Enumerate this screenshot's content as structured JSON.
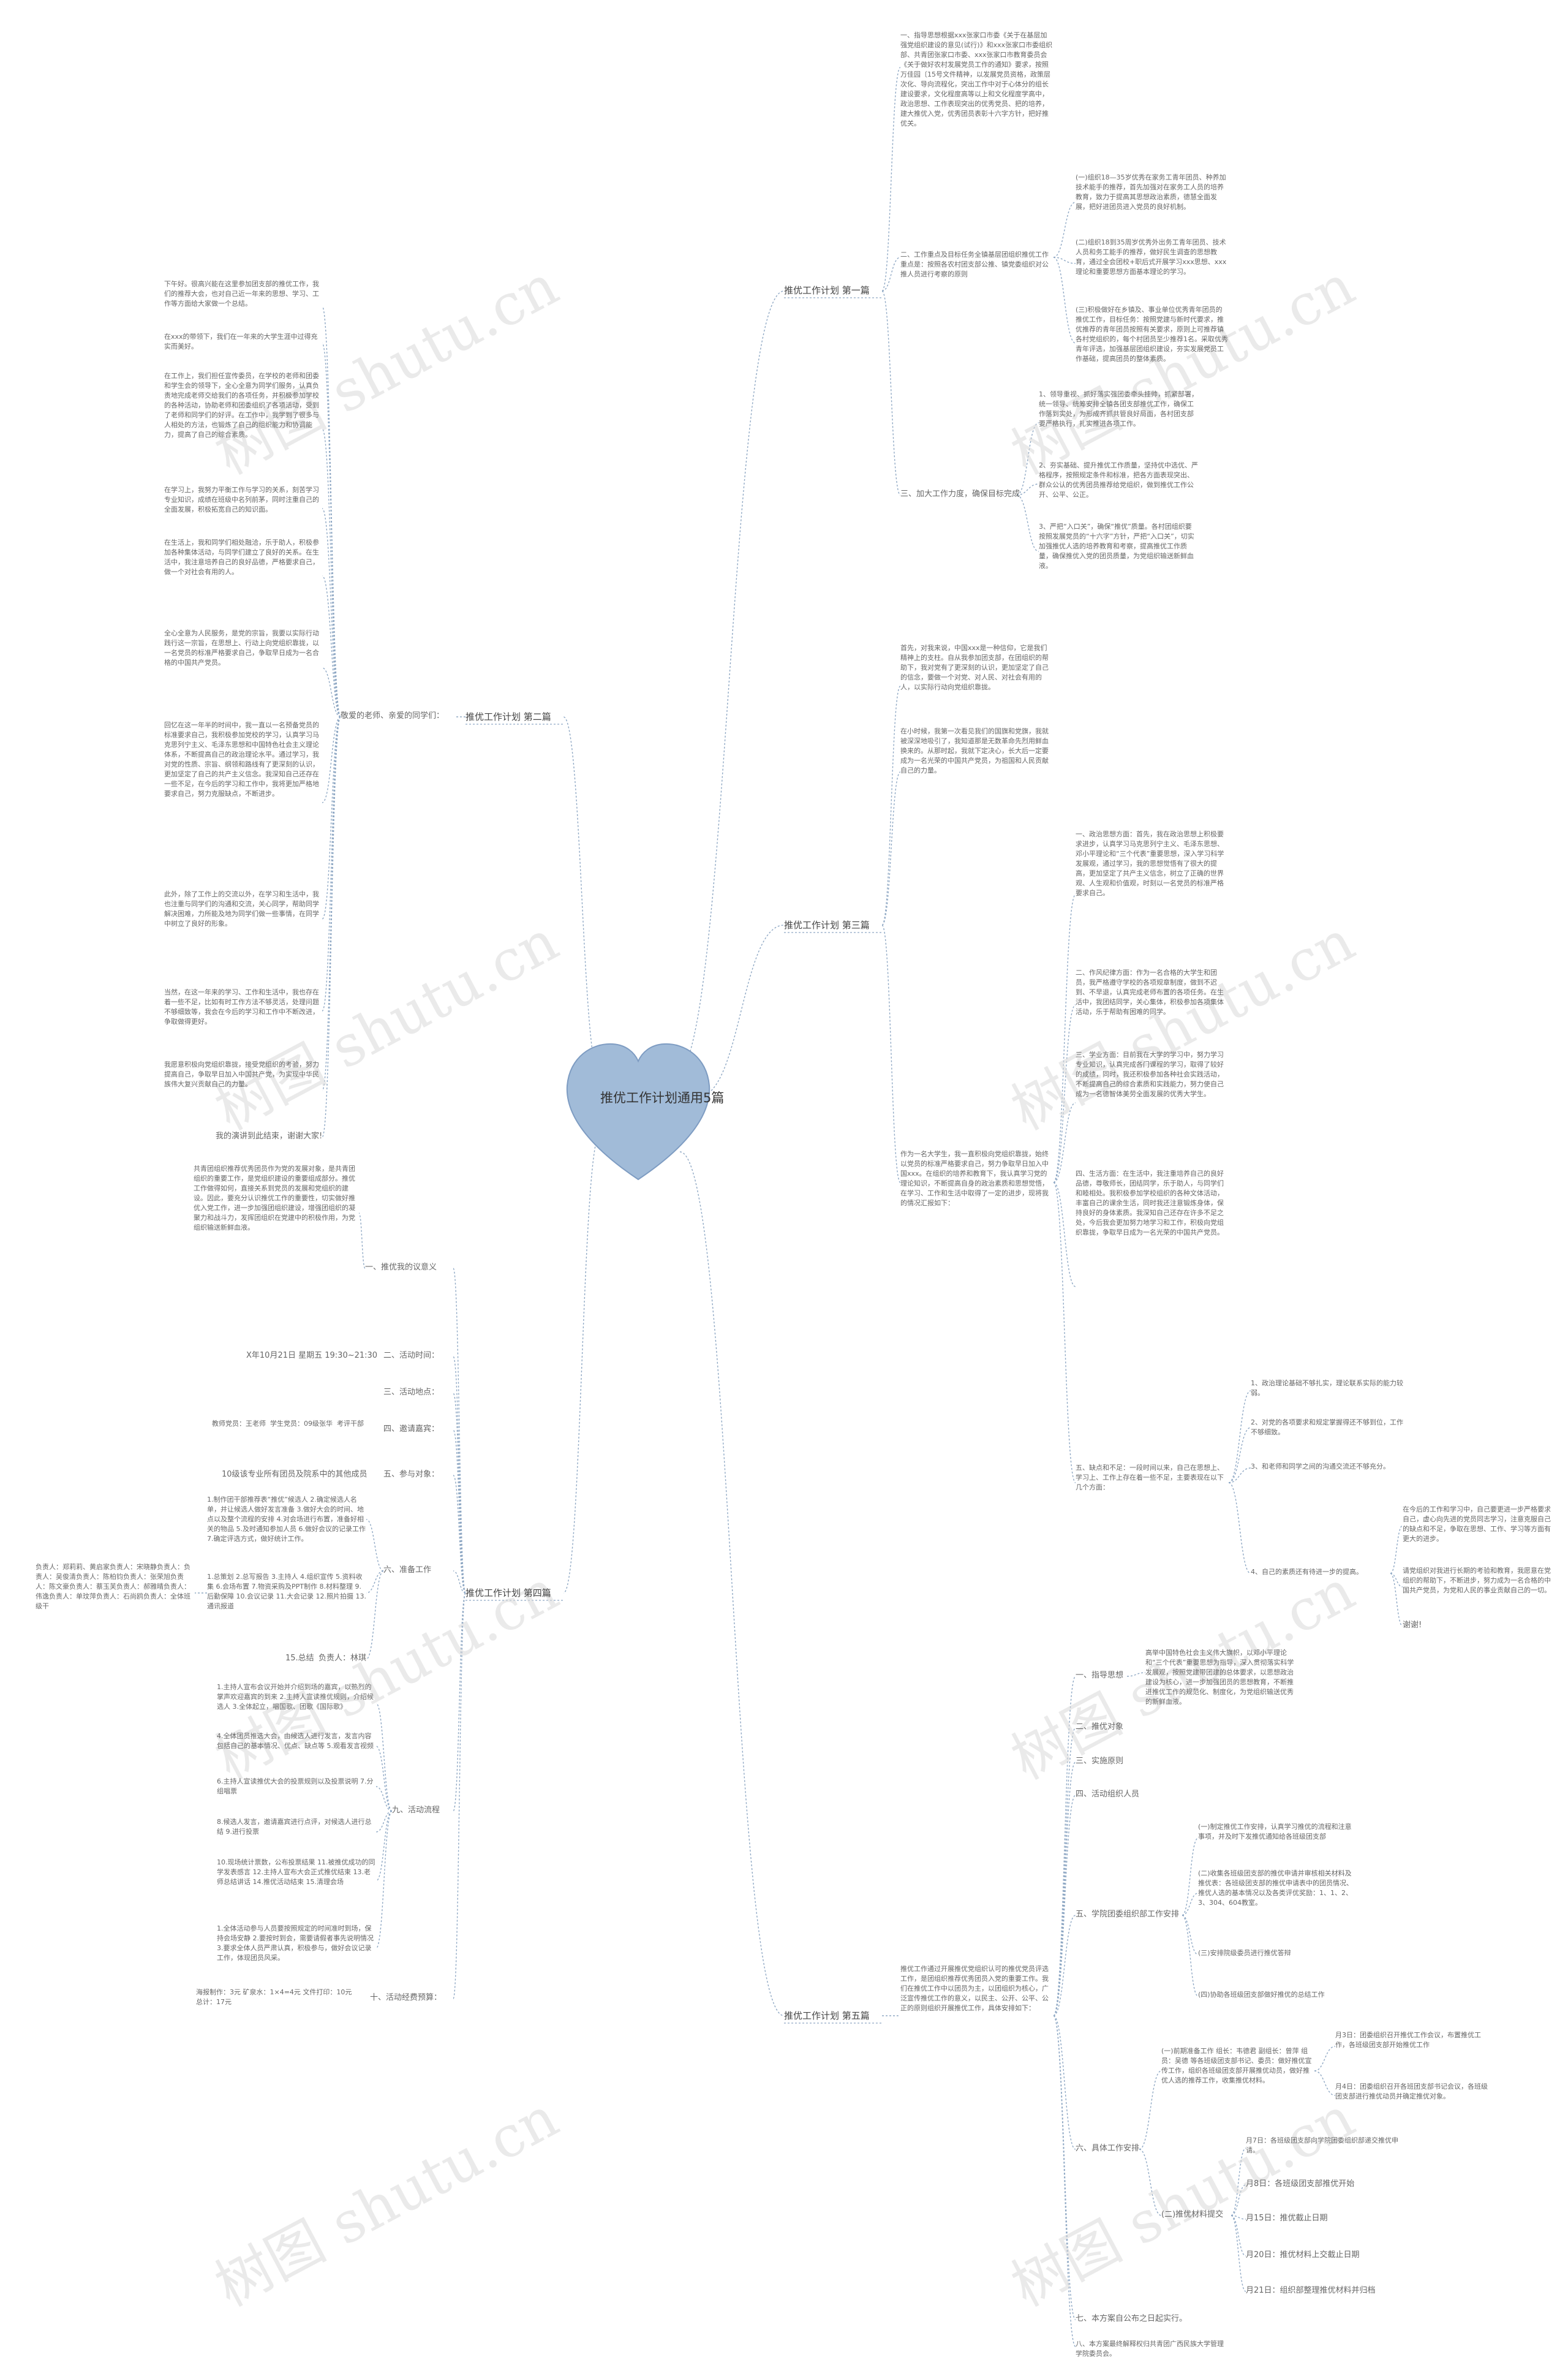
{
  "center": "推优工作计划通用5篇",
  "watermark": "树图 shutu.cn",
  "branches": {
    "b1": "推优工作计划 第一篇",
    "b2": "推优工作计划 第二篇",
    "b3": "推优工作计划 第三篇",
    "b4": "推优工作计划 第四篇",
    "b5": "推优工作计划 第五篇"
  },
  "b1": {
    "p1": "一、指导思想根据xxx张家口市委《关于在基层加强党组织建设的意见(试行)》和xxx张家口市委组织部、共青团张家口市委、xxx张家口市教育委员会《关于做好农村发展党员工作的通知》要求，按照万佳园〔15号文件精神，以发展党员资格，政策层次化、导向流程化，突出工作中对于心体分的组长建设要求，文化程度高等以上和文化程度学高中，政治思想、工作表现突出的优秀党员、把的培养，建大推优入党，优秀团员表彰十六字方针，把好推优关。",
    "p2": "二、工作重点及目标任务全镇基层团组织推优工作重点是：按照各农村团支部公推、镇党委组织对公推人员进行考察的原则",
    "p2a": "(一)组织18—35岁优秀在家务工青年团员、种养加技术能手的推荐，首先加强对在家务工人员的培养教育，致力于提高其思想政治素质，德慧全面发展，把好进团员进入党员的良好机制。",
    "p2b": "(二)组织18到35周岁优秀外出务工青年团员、技术人员和务工能手的推荐，做好民生调查的思想教育，通过全会团校+职后式开展学习xxx思想、xxx理论和重要思想方面基本理论的学习。",
    "p2c": "(三)积极做好在乡镇及、事业单位优秀青年团员的推优工作，目标任务：按照党建与新时代要求，推优推荐的青年团员按照有关要求，原则上可推荐镇各村党组织的，每个村团员至少推荐1名。采取优秀青年评选，加强基层团组织建设，夯实发展党员工作基础，提高团员的整体素质。",
    "p3": "三、加大工作力度，确保目标完成",
    "p3a": "1、领导重视、抓好落实强团委牵头挂帅，抓紧部署，统一领导、统筹安排全镇各团支部推优工作，确保工作落到实处，为形成齐抓共管良好局面，各村团支部要严格执行，扎实推进各项工作。",
    "p3b": "2、夯实基础、提升推优工作质量，坚持优中选优、严格程序，按照规定条件和标准，把各方面表现突出、群众公认的优秀团员推荐给党组织，做到推优工作公开、公平、公正。",
    "p3c": "3、严把“入口关”，确保“推优”质量。各村团组织要按照发展党员的“十六字”方针，严把“入口关”，切实加强推优人选的培养教育和考察，提高推优工作质量，确保推优入党的团员质量，为党组织输送新鲜血液。"
  },
  "b2": {
    "greeting": "敬爱的老师、亲爱的同学们：",
    "p1": "下午好。很高兴能在这里参加团支部的推优工作，我们的推荐大会，也对自己近一年来的思想、学习、工作等方面给大家做一个总结。",
    "p2": "在xxx的带领下，我们在一年来的大学生涯中过得充实而美好。",
    "p3": "在工作上，我们担任宣传委员，在学校的老师和团委和学生会的领导下，全心全意为同学们服务，认真负责地完成老师交给我们的各项任务，并积极参加学校的各种活动，协助老师和团委组织了各项活动，受到了老师和同学们的好评。在工作中，我学到了很多与人相处的方法，也锻炼了自己的组织能力和协调能力，提高了自己的综合素质。",
    "p4": "在学习上，我努力平衡工作与学习的关系，刻苦学习专业知识，成绩在班级中名列前茅，同时注重自己的全面发展，积极拓宽自己的知识面。",
    "p5": "在生活上，我和同学们相处融洽，乐于助人，积极参加各种集体活动，与同学们建立了良好的关系。在生活中，我注意培养自己的良好品德，严格要求自己，做一个对社会有用的人。",
    "p6": "全心全意为人民服务，是党的宗旨，我要以实际行动践行这一宗旨，在思想上、行动上向党组织靠拢，以一名党员的标准严格要求自己，争取早日成为一名合格的中国共产党员。",
    "p7": "回忆在这一年半的时间中，我一直以一名预备党员的标准要求自己，我积极参加党校的学习，认真学习马克思列宁主义、毛泽东思想和中国特色社会主义理论体系，不断提高自己的政治理论水平。通过学习，我对党的性质、宗旨、纲领和路线有了更深刻的认识，更加坚定了自己的共产主义信念。我深知自己还存在一些不足，在今后的学习和工作中，我将更加严格地要求自己，努力克服缺点，不断进步。",
    "p8": "此外，除了工作上的交流以外，在学习和生活中，我也注重与同学们的沟通和交流，关心同学，帮助同学解决困难，力所能及地为同学们做一些事情，在同学中树立了良好的形象。",
    "p9": "当然，在这一年来的学习、工作和生活中，我也存在着一些不足，比如有时工作方法不够灵活，处理问题不够细致等，我会在今后的学习和工作中不断改进，争取做得更好。",
    "p10": "我愿意积极向党组织靠拢，接受党组织的考验，努力提高自己，争取早日加入中国共产党，为实现中华民族伟大复兴贡献自己的力量。",
    "closing": "我的演讲到此结束，谢谢大家!"
  },
  "b3": {
    "p1": "首先，对我来说，中国xxx是一种信仰，它是我们精神上的支柱。自从我参加团支部，在团组织的帮助下，我对党有了更深刻的认识，更加坚定了自己的信念，要做一个对党、对人民、对社会有用的人，以实际行动向党组织靠拢。",
    "p2": "在小时候，我第一次看见我们的国旗和党旗，我就被深深地吸引了，我知道那是无数革命先烈用鲜血换来的。从那时起，我就下定决心，长大后一定要成为一名光荣的中国共产党员，为祖国和人民贡献自己的力量。",
    "p3": "作为一名大学生，我一直积极向党组织靠拢，始终以党员的标准严格要求自己，努力争取早日加入中国xxx。在组织的培养和教育下，我认真学习党的理论知识，不断提高自身的政治素质和思想觉悟，在学习、工作和生活中取得了一定的进步，现将我的情况汇报如下：",
    "q1": "一、政治思想方面：首先，我在政治思想上积极要求进步，认真学习马克思列宁主义、毛泽东思想、邓小平理论和“三个代表”重要思想，深入学习科学发展观，通过学习，我的思想觉悟有了很大的提高，更加坚定了共产主义信念，树立了正确的世界观、人生观和价值观，时刻以一名党员的标准严格要求自己。",
    "q2": "二、作风纪律方面：作为一名合格的大学生和团员，我严格遵守学校的各项规章制度，做到不迟到、不早退，认真完成老师布置的各项任务。在生活中，我团结同学，关心集体，积极参加各项集体活动，乐于帮助有困难的同学。",
    "q3": "三、学业方面：目前我在大学的学习中，努力学习专业知识，认真完成各门课程的学习，取得了较好的成绩，同时，我还积极参加各种社会实践活动，不断提高自己的综合素质和实践能力，努力使自己成为一名德智体美劳全面发展的优秀大学生。",
    "q4": "四、生活方面：在生活中，我注重培养自己的良好品德，尊敬师长，团结同学，乐于助人，与同学们和睦相处。我积极参加学校组织的各种文体活动，丰富自己的课余生活，同时我还注意锻炼身体，保持良好的身体素质。我深知自己还存在许多不足之处，今后我会更加努力地学习和工作，积极向党组织靠拢，争取早日成为一名光荣的中国共产党员。",
    "q5": "五、缺点和不足：一段时间以来，自己在思想上、学习上、工作上存在着一些不足，主要表现在以下几个方面：",
    "r1": "1、政治理论基础不够扎实，理论联系实际的能力较弱。",
    "r2": "2、对党的各项要求和规定掌握得还不够到位，工作不够细致。",
    "r3": "3、和老师和同学之间的沟通交流还不够充分。",
    "r4": "4、自己的素质还有待进一步的提高。",
    "s1": "在今后的工作和学习中，自己要更进一步严格要求自己，虚心向先进的党员同志学习，注意克服自己的缺点和不足，争取在思想、工作、学习等方面有更大的进步。",
    "s2": "请党组织对我进行长期的考验和教育，我愿意在党组织的帮助下，不断进步，努力成为一名合格的中国共产党员，为党和人民的事业贡献自己的一切。",
    "s3": "谢谢!"
  },
  "b4": {
    "i1": "一、推优我的议意义",
    "i1t": "共青团组织推荐优秀团员作为党的发展对象，是共青团组织的重要工作，是党组织建设的重要组成部分。推优工作做得如何，直接关系到党员的发展和党组织的建设。因此，要充分认识推优工作的重要性，切实做好推优入党工作，进一步加强团组织建设，增强团组织的凝聚力和战斗力，发挥团组织在党建中的积极作用，为党组织输送新鲜血液。",
    "i2": "二、活动时间：",
    "i2t": "X年10月21日 星期五 19:30~21:30",
    "i3": "三、活动地点：",
    "i4": "四、邀请嘉宾：",
    "i4t": "教师党员：王老师  学生党员：09级张华  考评干部",
    "i5": "五、参与对象：",
    "i5t": "10级该专业所有团员及院系中的其他成员",
    "i6": "六、准备工作",
    "i6a": "1.制作团干部推荐表“推优”候选人 2.确定候选人名单，并让候选人做好发言准备 3.做好大会的时间、地点以及整个流程的安排 4.对会场进行布置，准备好相关的物品 5.及时通知参加人员 6.做好会议的记录工作 7.确定评选方式，做好统计工作。",
    "i6b": "1.总策划 2.总写报告 3.主持人 4.组织宣传 5.资料收集 6.会场布置 7.物资采购及PPT制作 8.材料整理 9.后勤保障 10.会议记录 11.大会记录 12.照片拍摄 13.通讯报道",
    "i6c": "负责人：郑莉莉、黄启家负责人：宋晓静负责人：负责人：吴俊清负责人：陈柏钧负责人：张荣旭负责人：陈文豪负责人：蔡玉芙负责人：郝雅晴负责人：伟逸负责人：单玟萍负责人：石尚鸥负责人：全体班级干",
    "i6d": "15.总结",
    "i6e": "负责人：林琪",
    "i9": "九、活动流程",
    "i9a": "1.主持人宣布会议开始并介绍到场的嘉宾，以热烈的掌声欢迎嘉宾的到来 2.主持人宣读推优规则，介绍候选人 3.全体起立，唱国歌、团歌《国际歌》",
    "i9b": "4.全体团员推选大会，由候选人进行发言，发言内容包括自己的基本情况、优点、缺点等 5.观看发言视频",
    "i9c": "6.主持人宣读推优大会的投票规则以及投票说明 7.分组唱票",
    "i9d": "8.候选人发言，邀请嘉宾进行点评，对候选人进行总结 9.进行投票",
    "i9e": "10.现场统计票数，公布投票结果 11.被推优成功的同学发表感言 12.主持人宣布大会正式推优结束 13.老师总结讲话 14.推优活动结束 15.清理会场",
    "i9f": "1.全体活动参与人员要按照规定的时间准时到场，保持会场安静 2.要按时到会，需要请假者事先说明情况 3.要求全体人员严肃认真，积极参与，做好会议记录工作，体现团员风采。",
    "i10": "十、活动经费预算：",
    "i10t": "海报制作：3元 矿泉水：1×4=4元 文件打印：10元 总计：17元"
  },
  "b5": {
    "intro": "推优工作通过开展推优党组织认可的推优党员评选工作，是团组织推荐优秀团员入党的重要工作。我们在推优工作中以团员为主，以团组织为核心，广泛宣传推优工作的意义，以民主、公开、公平、公正的原则组织开展推优工作，具体安排如下：",
    "j1": "一、指导思想",
    "j1t": "高举中国特色社会主义伟大旗帜，以邓小平理论和“三个代表”重要思想为指导，深入贯彻落实科学发展观，按照党建带团建的总体要求，以思想政治建设为核心，进一步加强团员的思想教育，不断推进推优工作的规范化、制度化，为党组织输送优秀的新鲜血液。",
    "j2": "二、推优对象",
    "j3": "三、实施原则",
    "j4": "四、活动组织人员",
    "j5": "五、学院团委组织部工作安排",
    "j5a": "(一)制定推优工作安排，认真学习推优的流程和注意事项，并及时下发推优通知给各班级团支部",
    "j5b": "(二)收集各班级团支部的推优申请并审核相关材料及推优表：各班级团支部的推优申请表中的团员情况、推优人选的基本情况以及各类评优奖励：1、1、2、3、304、604教室。",
    "j5c": "(三)安排院级委员进行推优答辩",
    "j5d": "(四)协助各班级团支部做好推优的总结工作",
    "j6": "六、具体工作安排",
    "j6a": "(一)前期准备工作 组长：韦德君 副组长：曾萍 组员：吴德 等各班级团支部书记、委员：做好推优宣传工作，组织各班级团支部开展推优动员，做好推优人选的推荐工作，收集推优材料。",
    "j6a1": "月3日：团委组织召开推优工作会议，布置推优工作，各班级团支部开始推优工作",
    "j6a2": "月4日：团委组织召开各班团支部书记会议，各班级团支部进行推优动员并确定推优对象。",
    "j6b": "(二)推优材料提交",
    "j6b1": "月7日：各班级团支部向学院团委组织部递交推优申请。",
    "j6b2": "月8日：各班级团支部推优开始",
    "j6b3": "月15日：推优截止日期",
    "j6b4": "月20日：推优材料上交截止日期",
    "j6b5": "月21日：组织部整理推优材料并归档",
    "j7": "七、本方案自公布之日起实行。",
    "j8": "八、本方案最终解释权归共青团广西民族大学管理学院委员会。"
  }
}
